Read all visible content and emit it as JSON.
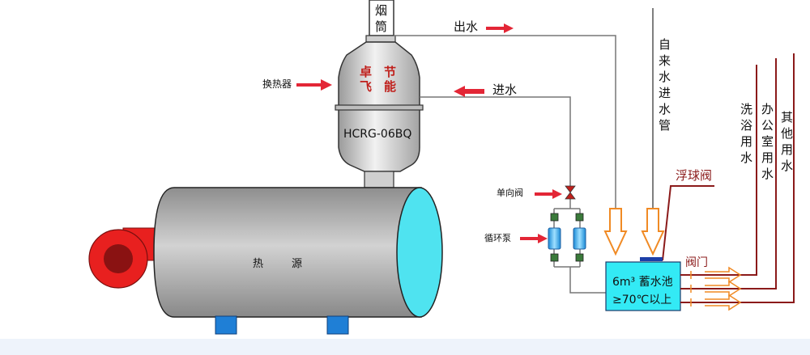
{
  "labels": {
    "chimney": [
      "烟",
      "筒"
    ],
    "outlet_water": "出水",
    "inlet_water": "进水",
    "heat_exchanger": "换热器",
    "brand_left": [
      "卓",
      "飞"
    ],
    "brand_right": [
      "节",
      "能"
    ],
    "model": "HCRG-06BQ",
    "check_valve": "单向阀",
    "circulation_pump": "循环泵",
    "heat_source": [
      "热",
      "源"
    ],
    "tap_water_pipe": [
      "自",
      "来",
      "水",
      "进",
      "水",
      "管"
    ],
    "float_valve": "浮球阀",
    "bath_water": [
      "洗",
      "浴",
      "用",
      "水"
    ],
    "office_water": [
      "办",
      "公",
      "室",
      "用",
      "水"
    ],
    "other_water": [
      "其",
      "他",
      "用",
      "水"
    ],
    "valve": "阀门",
    "tank_line1": "6m³ 蓄水池",
    "tank_line2": "≥70℃以上"
  },
  "colors": {
    "red_arrow": "#e32636",
    "burner": "#e8201f",
    "burner_core": "#8a1212",
    "tank_fill": "#33eaf5",
    "pipe_dark_red": "#8b1a1a",
    "float_blue": "#1c3fa8",
    "orange_arrow": "#f08a24",
    "foot_blue": "#1f7fd6",
    "end_cap": "#4fe3f0",
    "brand_red": "#c0201c"
  }
}
